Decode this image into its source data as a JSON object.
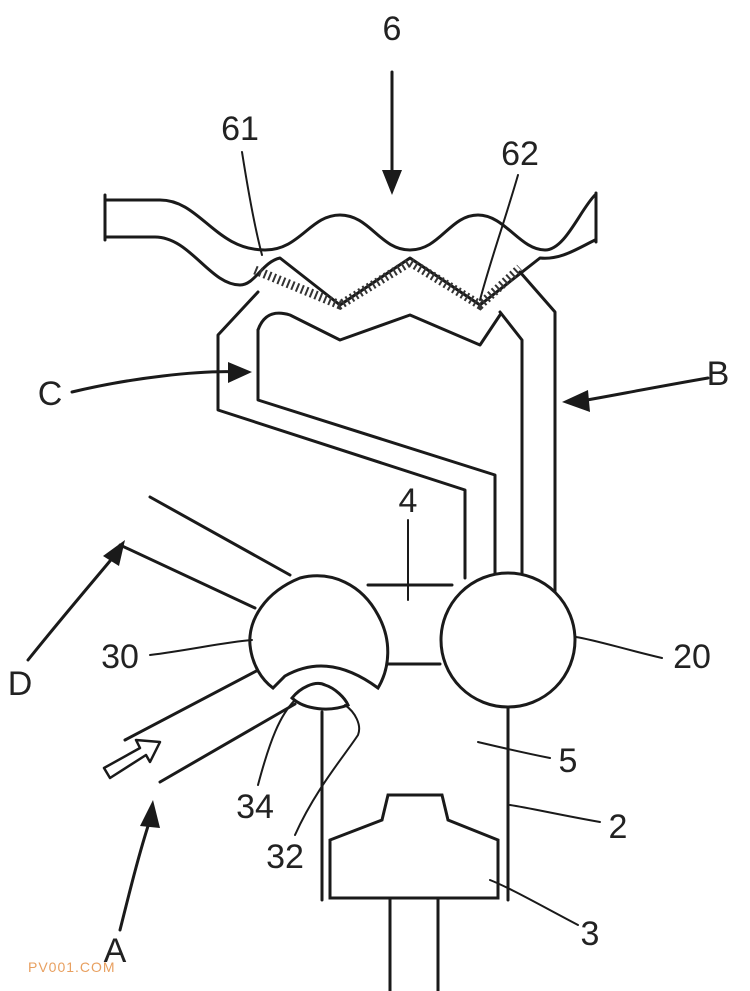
{
  "labels": {
    "l6": "6",
    "l61": "61",
    "l62": "62",
    "lB": "B",
    "lC": "C",
    "l4": "4",
    "lD": "D",
    "l30": "30",
    "l20": "20",
    "l5": "5",
    "l34": "34",
    "l32": "32",
    "l2": "2",
    "lA": "A",
    "l3": "3"
  },
  "watermark": "PV001.COM"
}
